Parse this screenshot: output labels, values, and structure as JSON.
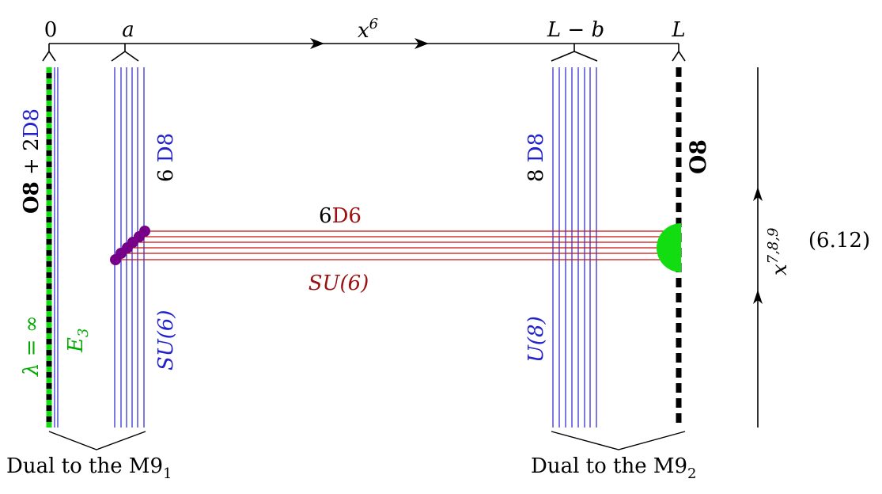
{
  "axis": {
    "x_marks": [
      {
        "label": "0"
      },
      {
        "label": "a"
      },
      {
        "label": "L − b"
      },
      {
        "label": "L"
      }
    ],
    "x_label": {
      "base": "x",
      "sup": "6"
    },
    "vertical_label": {
      "base": "x",
      "sup": "7,8,9"
    }
  },
  "left_plane": {
    "label": "O8 + 2D8",
    "lambda_label": "λ = ∞",
    "e_label": {
      "base": "E",
      "sub": "3"
    }
  },
  "stack_a": {
    "label": "6 D8",
    "group": "SU(6)"
  },
  "stack_lb": {
    "label": "8 D8",
    "group": "U(8)"
  },
  "right_plane": {
    "label": "O8"
  },
  "d6": {
    "label_prefix": "6",
    "label_suffix": "D6",
    "group": "SU(6)"
  },
  "equation_number": "(6.12)",
  "dual_left": {
    "text": "Dual to the M9",
    "sub": "1"
  },
  "dual_right": {
    "text": "Dual to the M9",
    "sub": "2"
  },
  "colors": {
    "d8": "#2222cc",
    "d6": "#cc1111",
    "d6_label": "#991111",
    "green": "#11dd11",
    "green_text": "#00aa00",
    "purple": "#770088",
    "black": "#000000"
  }
}
